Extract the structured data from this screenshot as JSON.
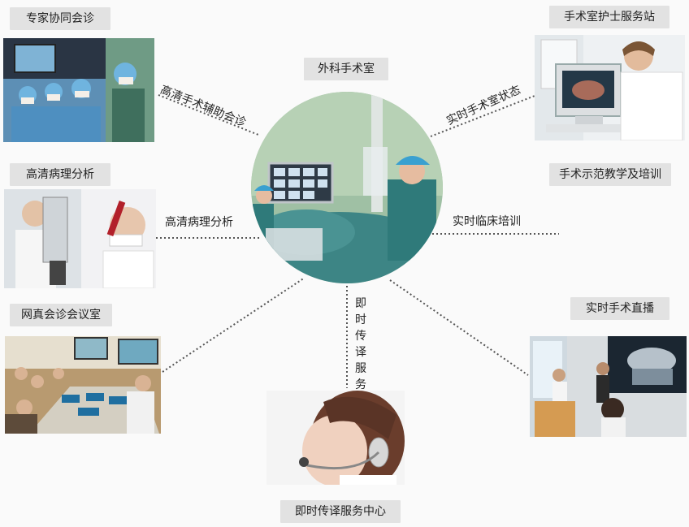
{
  "center": {
    "title": "外科手术室"
  },
  "nodes": {
    "expert_consult": {
      "tag": "专家协同会诊",
      "link": "高清手术辅助会诊",
      "icon": "surgeons-team-photo"
    },
    "pathology": {
      "tag": "高清病理分析",
      "link": "高清病理分析",
      "icon": "microscope-lab-photo"
    },
    "meeting_room": {
      "tag": "网真会诊会议室",
      "icon": "meeting-room-photo"
    },
    "interpretation": {
      "tag": "即时传译服务中心",
      "link": "即时传译服务",
      "icon": "headset-operator-photo"
    },
    "live_broadcast": {
      "tag": "实时手术直播",
      "icon": "lecture-hall-photo"
    },
    "teaching": {
      "tag": "手术示范教学及培训",
      "link": "实时临床培训"
    },
    "nurse_station": {
      "tag": "手术室护士服务站",
      "link": "实时手术室状态",
      "icon": "nurse-monitor-photo"
    }
  },
  "colors": {
    "tag_bg": "#e2e2e2",
    "line": "#555555",
    "scrub": "#2f8a8a"
  }
}
